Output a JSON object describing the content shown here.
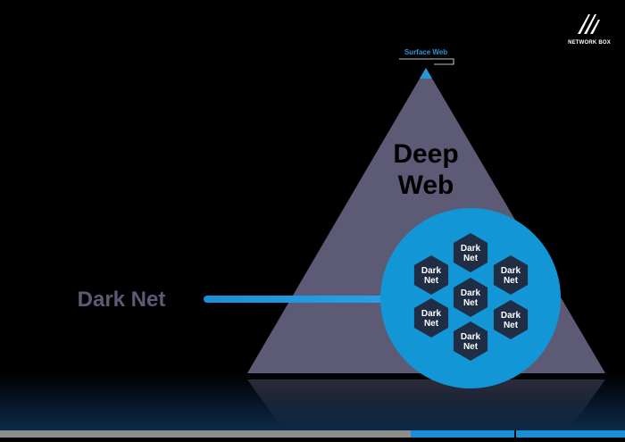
{
  "brand": {
    "logo_text": "NETWORK BOX"
  },
  "labels": {
    "surface_web": "Surface Web",
    "deep_web_line1": "Deep",
    "deep_web_line2": "Web",
    "dark_net": "Dark Net"
  },
  "hexagons": [
    {
      "line1": "Dark",
      "line2": "Net"
    },
    {
      "line1": "Dark",
      "line2": "Net"
    },
    {
      "line1": "Dark",
      "line2": "Net"
    },
    {
      "line1": "Dark",
      "line2": "Net"
    },
    {
      "line1": "Dark",
      "line2": "Net"
    },
    {
      "line1": "Dark",
      "line2": "Net"
    },
    {
      "line1": "Dark",
      "line2": "Net"
    }
  ],
  "colors": {
    "background": "#000000",
    "pyramid": "#5c5a74",
    "circle": "#1396d6",
    "hexagon": "#1f2d45",
    "dark_net_label": "#5c5a74",
    "surface_web_label": "#2a95d9",
    "footer_gray": "#8d8d8d",
    "footer_blue": "#1a8fd8"
  }
}
